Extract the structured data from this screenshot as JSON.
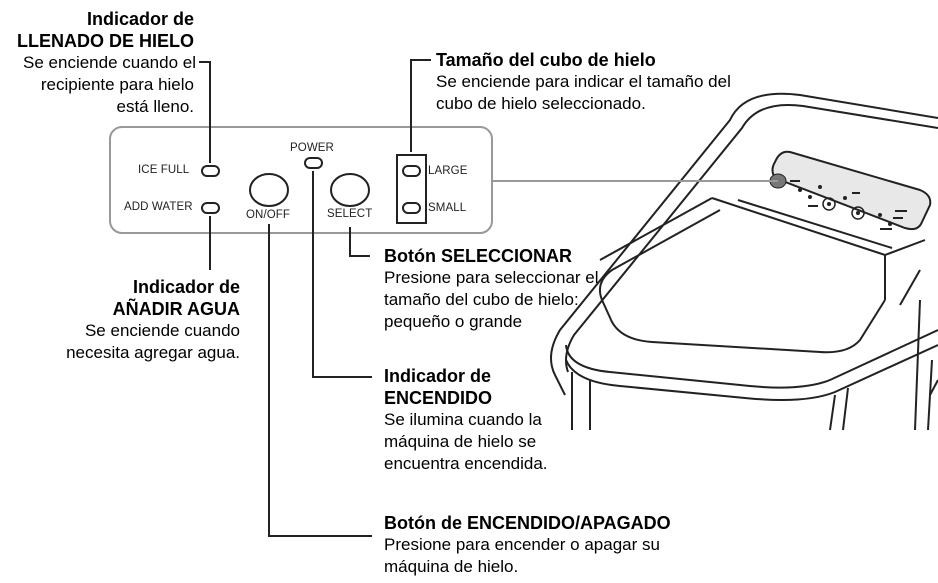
{
  "panel": {
    "ice_full": "ICE FULL",
    "add_water": "ADD WATER",
    "power": "POWER",
    "on_off": "ON/OFF",
    "select": "SELECT",
    "large": "LARGE",
    "small": "SMALL"
  },
  "callouts": {
    "ice_full": {
      "title_line1": "Indicador de",
      "title_line2": "LLENADO DE HIELO",
      "desc_line1": "Se enciende cuando el",
      "desc_line2": "recipiente para hielo",
      "desc_line3": "está lleno."
    },
    "ice_size": {
      "title": "Tamaño del cubo de hielo",
      "desc_line1": "Se enciende para indicar el tamaño del",
      "desc_line2": "cubo de hielo seleccionado."
    },
    "select_button": {
      "title": "Botón SELECCIONAR",
      "desc_line1": "Presione para seleccionar el",
      "desc_line2": "tamaño del cubo de hielo:",
      "desc_line3": "pequeño o grande"
    },
    "add_water": {
      "title_line1": "Indicador de",
      "title_line2": "AÑADIR AGUA",
      "desc_line1": "Se enciende cuando",
      "desc_line2": "necesita agregar agua."
    },
    "power_indicator": {
      "title_line1": "Indicador de",
      "title_line2": "ENCENDIDO",
      "desc_line1": "Se ilumina cuando la",
      "desc_line2": "máquina de hielo se",
      "desc_line3": "encuentra encendida."
    },
    "power_button": {
      "title": "Botón de ENCENDIDO/APAGADO",
      "desc_line1": "Presione para encender o apagar su",
      "desc_line2": "máquina de hielo."
    }
  }
}
